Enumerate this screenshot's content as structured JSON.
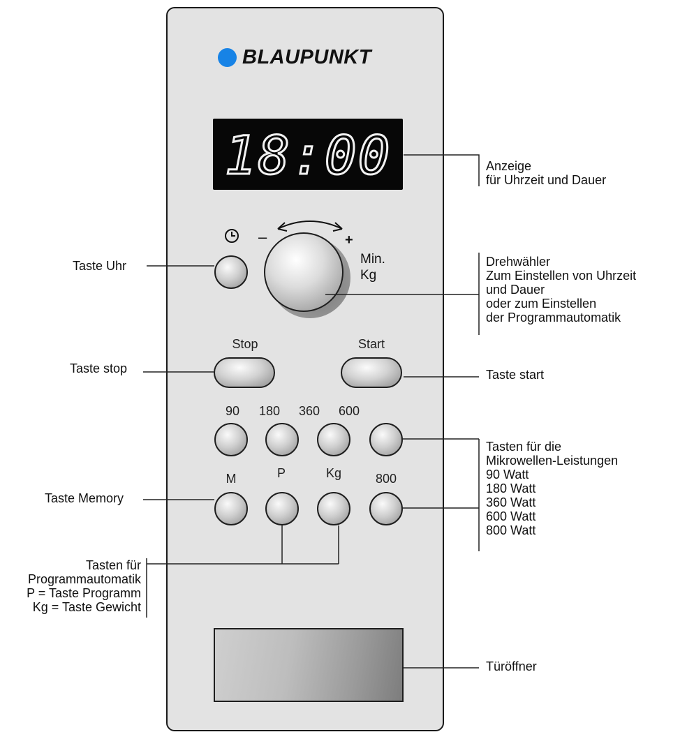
{
  "brand": {
    "name": "BLAUPUNKT",
    "color": "#1783e6"
  },
  "display": {
    "time": "18:00"
  },
  "dial": {
    "minus": "–",
    "plus": "+",
    "unit_lines": [
      "Min.",
      "Kg"
    ]
  },
  "buttons": {
    "stop": "Stop",
    "start": "Start",
    "power_row_labels": [
      "90",
      "180",
      "360",
      "600"
    ],
    "func_row_labels": [
      "M",
      "P",
      "Kg",
      "800"
    ]
  },
  "callouts": {
    "anzeige": [
      "Anzeige",
      "für Uhrzeit und Dauer"
    ],
    "drehwaehler": [
      "Drehwähler",
      "Zum Einstellen von Uhrzeit",
      "und Dauer",
      "oder zum Einstellen",
      "der Programmautomatik"
    ],
    "taste_uhr": "Taste Uhr",
    "taste_stop": "Taste stop",
    "taste_start": "Taste start",
    "leistungen": [
      "Tasten für die",
      "Mikrowellen-Leistungen",
      "90 Watt",
      "180 Watt",
      "360 Watt",
      "600 Watt",
      "800 Watt"
    ],
    "taste_memory": "Taste Memory",
    "programmautomatik": [
      "Tasten für",
      "Programmautomatik",
      "P = Taste Programm",
      "Kg = Taste Gewicht"
    ],
    "tueroeffner": "Türöffner"
  }
}
